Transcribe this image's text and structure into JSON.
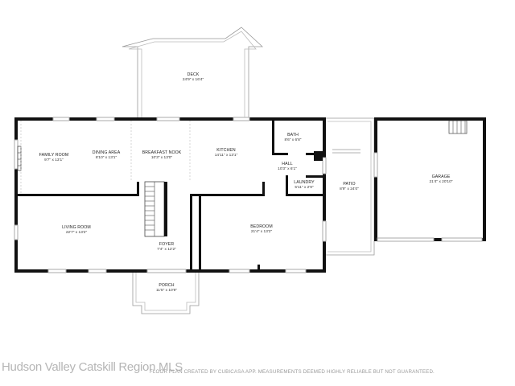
{
  "rooms": {
    "deck": {
      "name": "DECK",
      "dim": "24'9\" x 16'4\""
    },
    "family": {
      "name": "FAMILY ROOM",
      "dim": "9'7\" x 13'1\""
    },
    "dining": {
      "name": "DINING AREA",
      "dim": "8'10\" x 13'1\""
    },
    "breakfast": {
      "name": "BREAKFAST NOOK",
      "dim": "10'3\" x 13'0\""
    },
    "kitchen": {
      "name": "KITCHEN",
      "dim": "14'11\" x 13'1\""
    },
    "bath": {
      "name": "BATH",
      "dim": "8'6\" x 6'8\""
    },
    "hall": {
      "name": "HALL",
      "dim": "10'3\" x 6'1\""
    },
    "laundry": {
      "name": "LAUNDRY",
      "dim": "5'11\" x 2'9\""
    },
    "patio": {
      "name": "PATIO",
      "dim": "8'9\" x 24'0\""
    },
    "garage": {
      "name": "GARAGE",
      "dim": "21'4\" x 20'10\""
    },
    "living": {
      "name": "LIVING ROOM",
      "dim": "22'7\" x 13'2\""
    },
    "foyer": {
      "name": "FOYER",
      "dim": "7'4\" x 12'2\""
    },
    "bedroom": {
      "name": "BEDROOM",
      "dim": "21'4\" x 13'2\""
    },
    "porch": {
      "name": "PORCH",
      "dim": "11'5\" x 10'9\""
    }
  },
  "watermark": {
    "logo": "Hudson Valley Catskill Region MLS",
    "disclaimer": "FLOOR PLAN CREATED BY CUBICASA APP. MEASUREMENTS DEEMED HIGHLY RELIABLE BUT NOT GUARANTEED."
  },
  "colors": {
    "wall": "#111111",
    "background": "#ffffff",
    "watermark": "#9a9a9a"
  }
}
